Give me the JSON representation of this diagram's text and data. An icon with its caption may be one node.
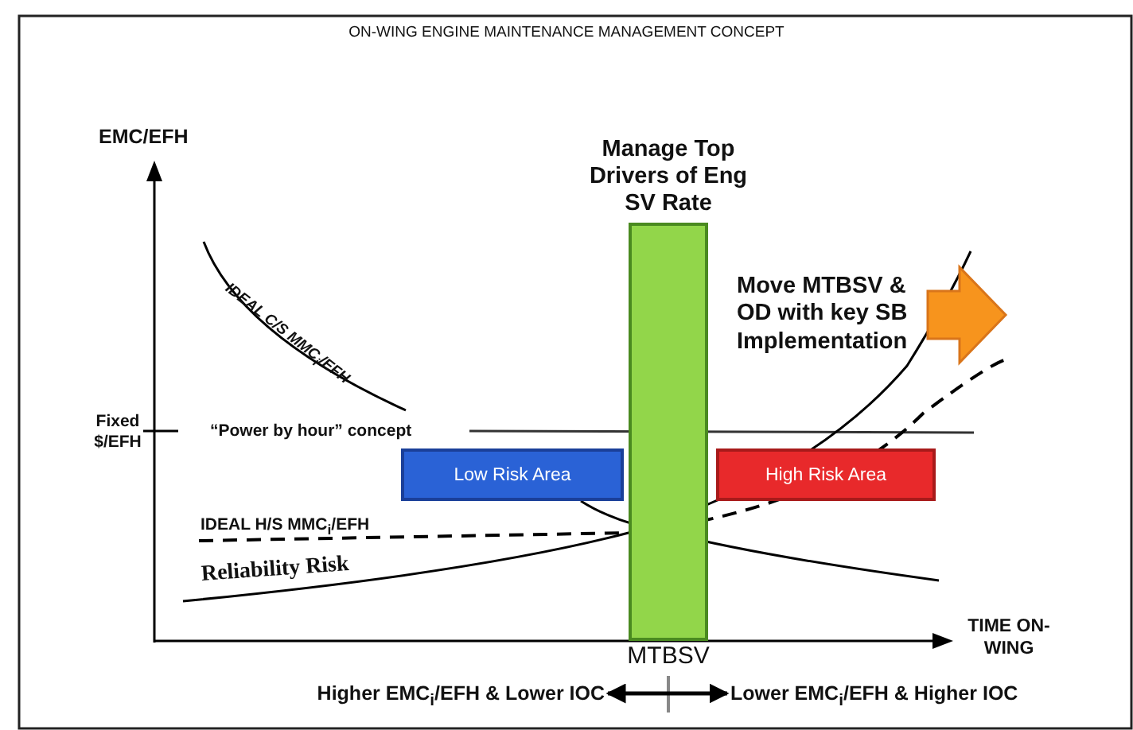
{
  "diagram": {
    "title": "ON-WING ENGINE MAINTENANCE MANAGEMENT CONCEPT",
    "nodes": [
      {
        "text": [
          "Manage Top Drivers of Eng SV Rate"
        ]
      },
      {
        "text": [
          "Low Risk Area"
        ]
      },
      {
        "text": [
          "High Risk Area"
        ]
      },
      {
        "text": [
          "Higher EMC$_{i}$/EFH & Lower IOC"
        ]
      },
      {
        "text": [
          "Lower EMC$_{i}$/EFH & Higher IOC"
        ]
      }
    ],
    "edges": [
      {
        "from": 3,
        "to": 4,
        "arrow": "both"
      }
    ],
    "labels": [
      "EMC/EFH",
      "IDEAL C/S MMC$_{i}$/EFH",
      "Move MTBSV & OD with key SB Implementation",
      "Fixed $/EFH",
      "“Power by hour” concept",
      "IDEAL H/S MMC$_{i}$/EFH",
      "Reliability Risk",
      "TIME ON-WING",
      "MTBSV"
    ]
  }
}
